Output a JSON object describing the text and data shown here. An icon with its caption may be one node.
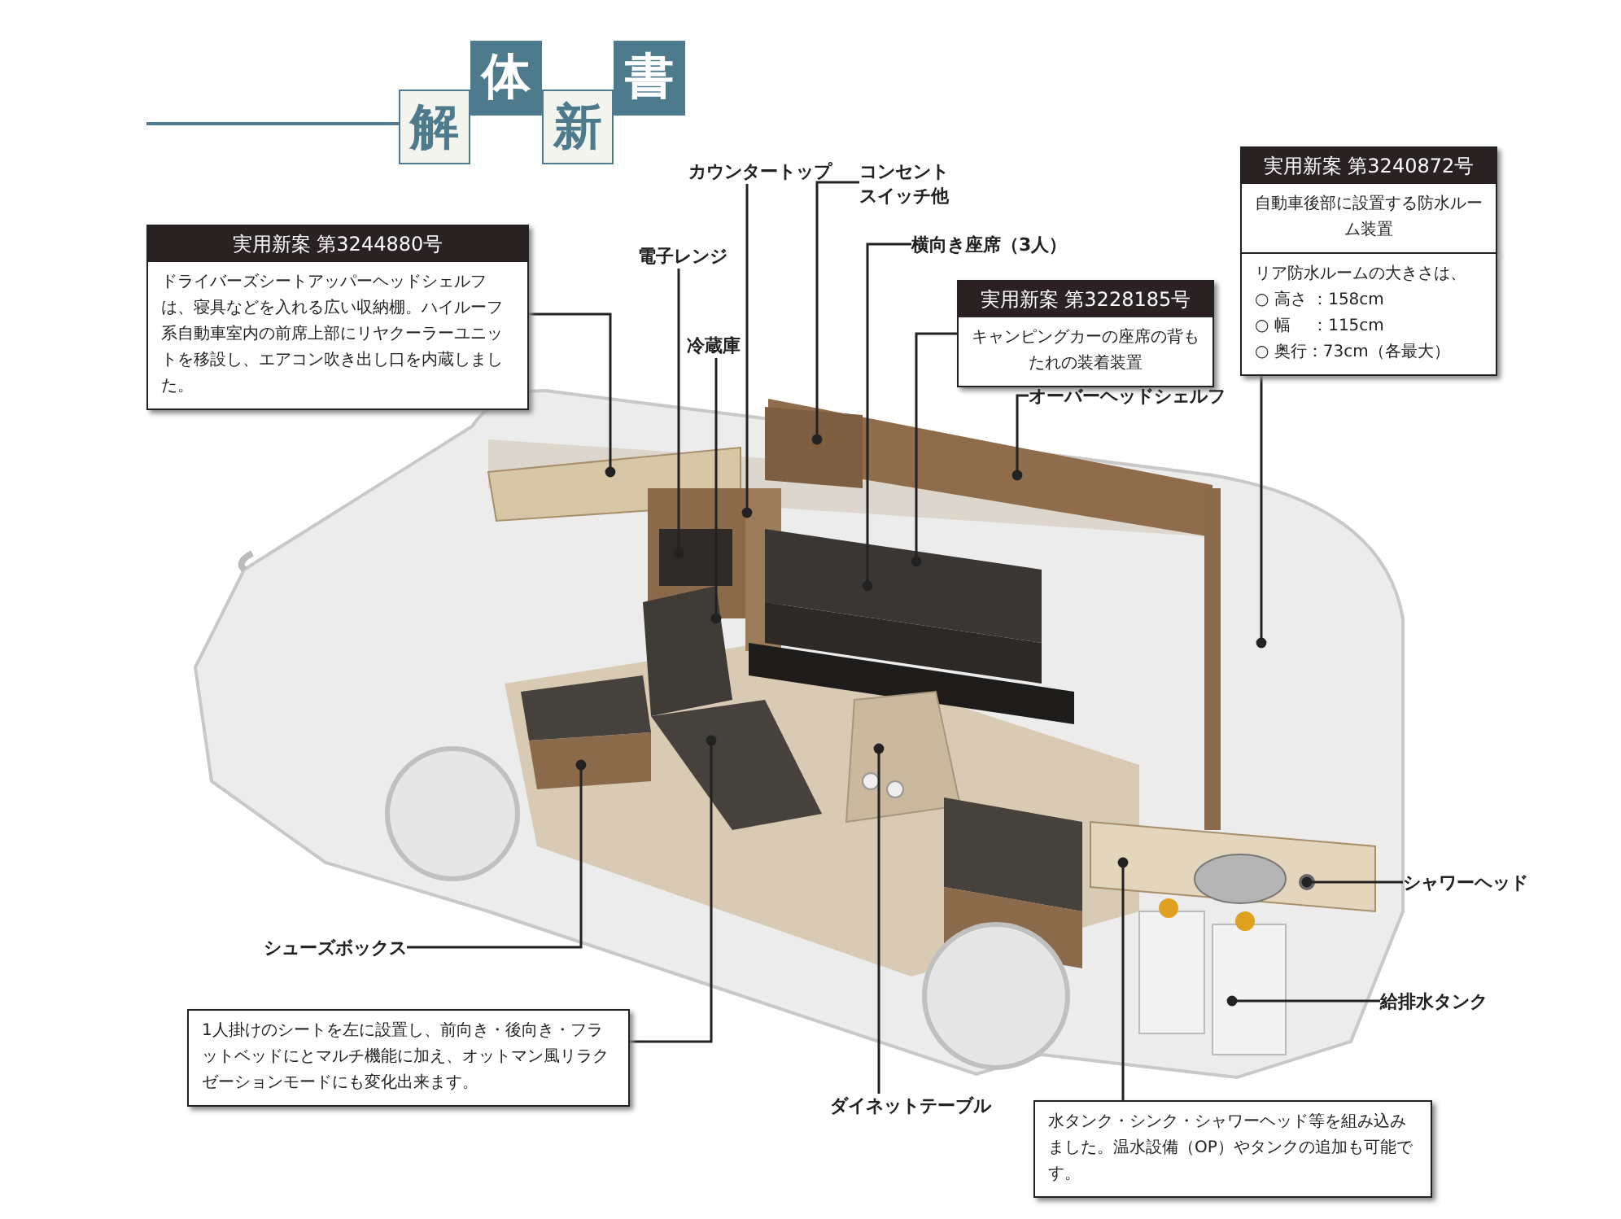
{
  "diagram": {
    "title": "解体新書",
    "nodes": [
      {
        "text": [
          "実用新案 第3244880号",
          "ドライバーズシートアッパーヘッドシェルフは、寝具などを入れる広い収納棚。ハイルーフ系自動車室内の前席上部にリヤクーラーユニットを移設し、エアコン吹き出し口を内蔵しました。"
        ]
      },
      {
        "text": [
          "電子レンジ"
        ]
      },
      {
        "text": [
          "冷蔵庫"
        ]
      },
      {
        "text": [
          "カウンタートップ"
        ]
      },
      {
        "text": [
          "コンセントスイッチ他"
        ]
      },
      {
        "text": [
          "横向き座席（3人）"
        ]
      },
      {
        "text": [
          "実用新案 第3228185号",
          "キャンピングカーの座席の背もたれの装着装置"
        ]
      },
      {
        "text": [
          "オーバーヘッドシェルフ"
        ]
      },
      {
        "text": [
          "実用新案 第3240872号",
          "自動車後部に設置する防水ルーム装置"
        ]
      },
      {
        "text": [
          "リア防水ルームの大きさは、",
          "○ 高さ ：158cm",
          "○ 幅　 ：115cm",
          "○ 奥行：73cm（各最大）"
        ]
      },
      {
        "text": [
          "シャワーヘッド"
        ]
      },
      {
        "text": [
          "給排水タンク"
        ]
      },
      {
        "text": [
          "シューズボックス"
        ]
      },
      {
        "text": [
          "1人掛けのシートを左に設置し、前向き・後向き・フラットベッドにとマルチ機能に加え、オットマン風リラクゼーションモードにも変化出来ます。"
        ]
      },
      {
        "text": [
          "ダイネットテーブル"
        ]
      },
      {
        "text": [
          "水タンク・シンク・シャワーヘッド等を組み込みました。温水設備（OP）やタンクの追加も可能です。"
        ]
      }
    ],
    "edges": [
      {
        "from": 0,
        "to": null,
        "arrow": "other"
      },
      {
        "from": 1,
        "to": null,
        "arrow": "other"
      },
      {
        "from": 2,
        "to": null,
        "arrow": "other"
      },
      {
        "from": 3,
        "to": null,
        "arrow": "other"
      },
      {
        "from": 4,
        "to": null,
        "arrow": "other"
      },
      {
        "from": 5,
        "to": null,
        "arrow": "other"
      },
      {
        "from": 6,
        "to": null,
        "arrow": "other"
      },
      {
        "from": 7,
        "to": null,
        "arrow": "other"
      },
      {
        "from": 9,
        "to": null,
        "arrow": "other"
      },
      {
        "from": 10,
        "to": null,
        "arrow": "other"
      },
      {
        "from": 11,
        "to": null,
        "arrow": "other"
      },
      {
        "from": 12,
        "to": null,
        "arrow": "other"
      },
      {
        "from": 13,
        "to": null,
        "arrow": "other"
      },
      {
        "from": 14,
        "to": null,
        "arrow": "other"
      },
      {
        "from": 15,
        "to": null,
        "arrow": "other"
      }
    ]
  }
}
